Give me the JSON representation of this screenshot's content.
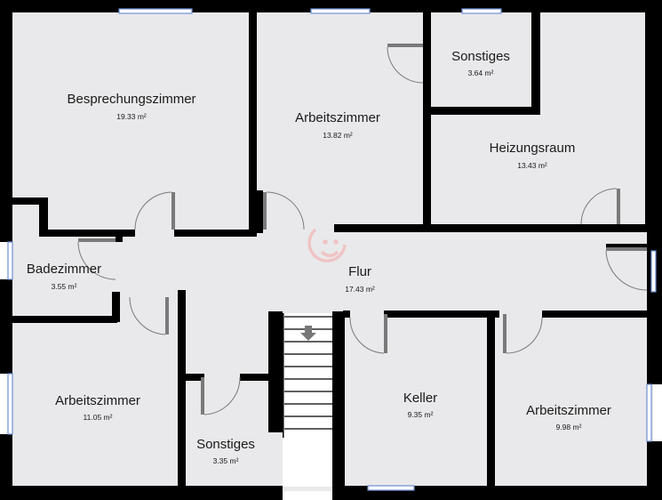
{
  "plan": {
    "rooms": [
      {
        "id": "besprechung",
        "name": "Besprechungszimmer",
        "area": "19.33 m²"
      },
      {
        "id": "arbeit1",
        "name": "Arbeitszimmer",
        "area": "13.82 m²"
      },
      {
        "id": "sonstiges1",
        "name": "Sonstiges",
        "area": "3.64 m²"
      },
      {
        "id": "heizung",
        "name": "Heizungsraum",
        "area": "13.43 m²"
      },
      {
        "id": "bad",
        "name": "Badezimmer",
        "area": "3.55 m²"
      },
      {
        "id": "flur",
        "name": "Flur",
        "area": "17.43 m²"
      },
      {
        "id": "arbeit2",
        "name": "Arbeitszimmer",
        "area": "11.05 m²"
      },
      {
        "id": "sonstiges2",
        "name": "Sonstiges",
        "area": "3.35 m²"
      },
      {
        "id": "keller",
        "name": "Keller",
        "area": "9.35 m²"
      },
      {
        "id": "arbeit3",
        "name": "Arbeitszimmer",
        "area": "9.98 m²"
      }
    ],
    "colors": {
      "wall": "#000000",
      "floor": "#e9e9eb",
      "door": "#7a7a7a",
      "window": "#6f8fd6",
      "logo": "#f2b8b8"
    },
    "icons": [
      "stair-arrow-icon",
      "smiley-watermark-icon"
    ]
  }
}
